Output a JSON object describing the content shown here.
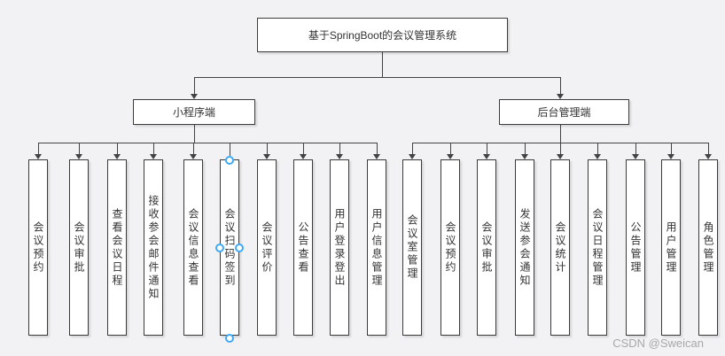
{
  "diagram": {
    "title_node": "基于SpringBoot的会议管理系统",
    "branches": [
      {
        "label": "小程序端",
        "children": [
          "会议预约",
          "会议审批",
          "查看会议日程",
          "接收参会邮件通知",
          "会议信息查看",
          "会议扫码签到",
          "会议评价",
          "公告查看",
          "用户登录登出",
          "用户信息管理"
        ]
      },
      {
        "label": "后台管理端",
        "children": [
          "会议室管理",
          "会议预约",
          "会议审批",
          "发送参会通知",
          "会议统计",
          "会议日程管理",
          "公告管理",
          "用户管理",
          "角色管理"
        ]
      }
    ],
    "selection": {
      "node_label": "会议扫码签到"
    },
    "colors": {
      "background": "#f2f2f4",
      "node_fill": "#ffffff",
      "node_border": "#3b3b3b",
      "connector": "#424242",
      "text": "#333333",
      "selection_handle": "#3fa9f5",
      "watermark_gray": "#a8a8a8"
    }
  },
  "watermark": {
    "text": "CSDN @Sweican"
  }
}
